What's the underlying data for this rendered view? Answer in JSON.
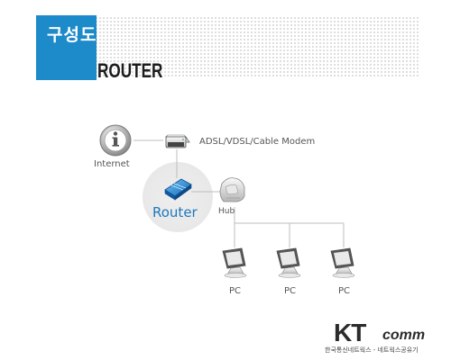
{
  "header": {
    "title_ko": "구성도",
    "title_en": "ROUTER",
    "accent_color": "#1d8ac9"
  },
  "diagram": {
    "nodes": {
      "internet": {
        "label": "Internet",
        "icon": "info-globe-icon"
      },
      "modem": {
        "label": "ADSL/VDSL/Cable Modem",
        "icon": "modem-icon"
      },
      "router": {
        "label": "Router",
        "icon": "router-icon"
      },
      "hub": {
        "label": "Hub",
        "icon": "hub-icon"
      },
      "pcs": [
        {
          "label": "PC",
          "icon": "pc-monitor-icon"
        },
        {
          "label": "PC",
          "icon": "pc-monitor-icon"
        },
        {
          "label": "PC",
          "icon": "pc-monitor-icon"
        }
      ]
    }
  },
  "logo": {
    "kt": "KT",
    "comm": "comm",
    "subtitle": "한국통신네트웍스 - 네트웍스공유기"
  }
}
